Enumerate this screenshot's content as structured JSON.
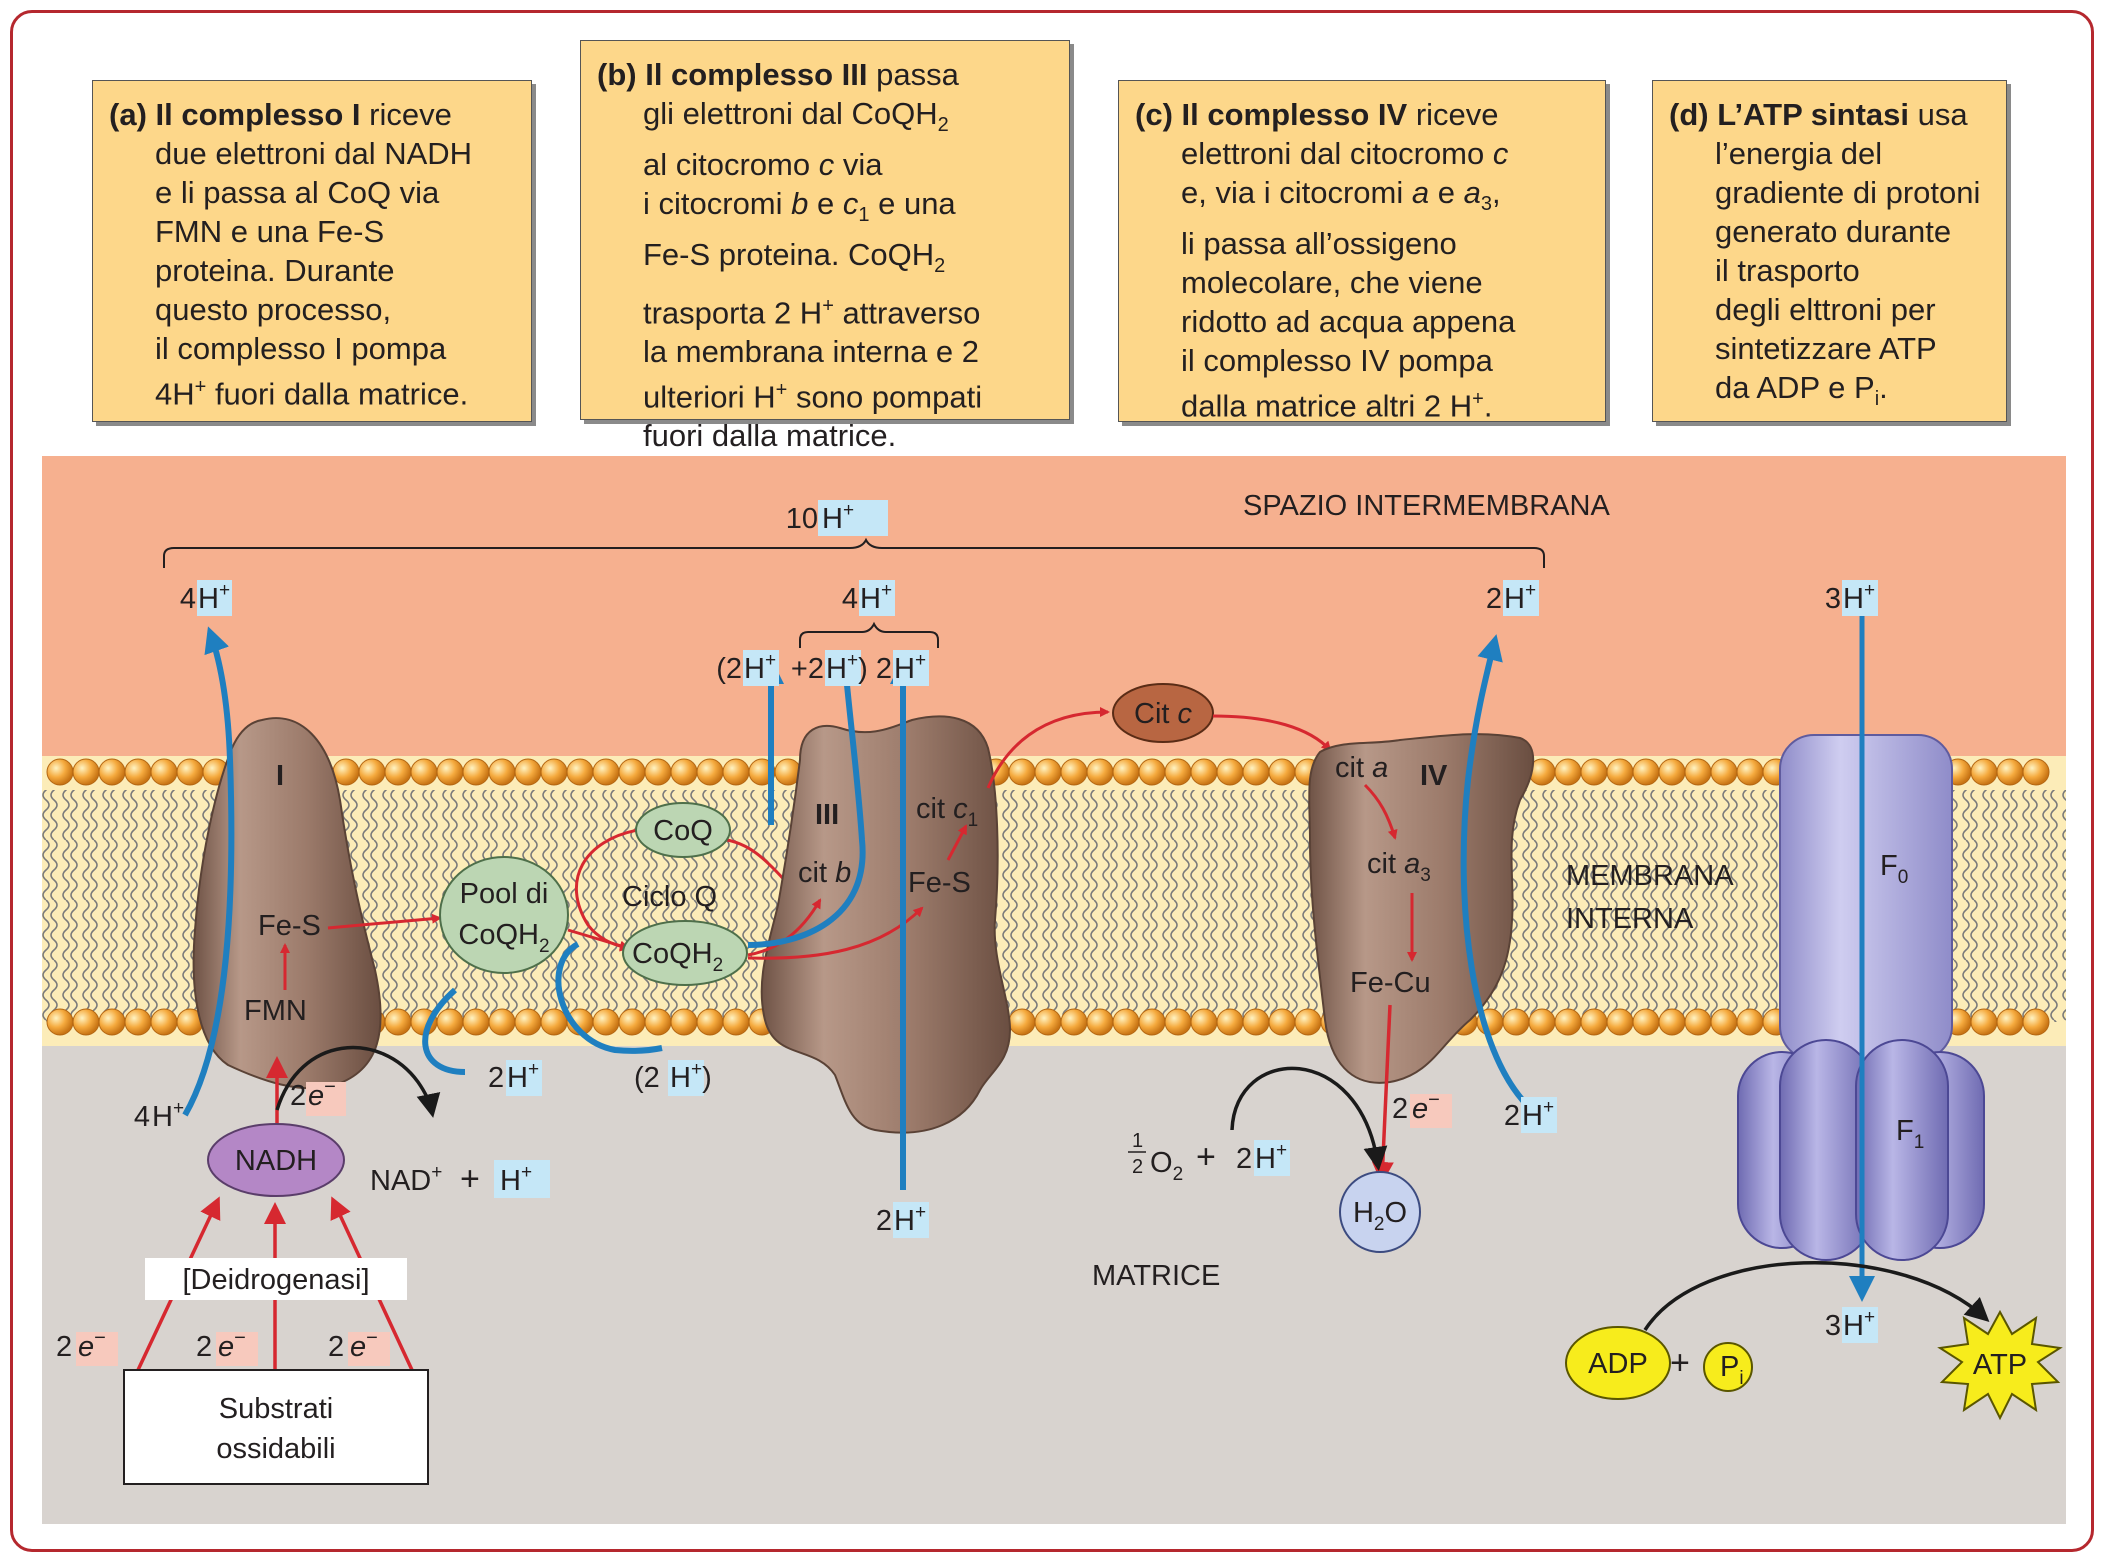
{
  "captions": {
    "a": {
      "letter": "(a)",
      "title": "Il complesso I",
      "line1_rest": " riceve",
      "lines": [
        "due elettroni dal NADH",
        "e li passa al CoQ via",
        "FMN e una Fe-S",
        "proteina. Durante",
        "questo processo,",
        "il complesso I pompa"
      ],
      "last_pre": "4H",
      "last_post": " fuori dalla matrice."
    },
    "b": {
      "letter": "(b)",
      "title": "Il complesso III",
      "line1_rest": " passa",
      "l2": "gli elettroni dal CoQH",
      "l3": "al citocromo ",
      "l3_italic": "c",
      "l3_post": " via",
      "l4": "i citocromi ",
      "l4_b": "b",
      "l4_mid": " e ",
      "l4_c": "c",
      "l4_post": " e una",
      "l5": "Fe-S proteina. CoQH",
      "l6_pre": "trasporta 2 H",
      "l6_post": " attraverso",
      "l7": "la membrana interna e 2",
      "l8_pre": "ulteriori H",
      "l8_post": " sono pompati",
      "l9": "fuori dalla matrice."
    },
    "c": {
      "letter": "(c)",
      "title": "Il complesso IV",
      "line1_rest": " riceve",
      "l2_pre": "elettroni dal citocromo ",
      "l2_italic": "c",
      "l3_pre": "e, via i citocromi ",
      "l3_a": "a",
      "l3_mid": " e ",
      "l3_a3": "a",
      "l3_post": ",",
      "lines": [
        "li passa all’ossigeno",
        "molecolare, che viene",
        "ridotto ad acqua appena",
        "il complesso IV pompa"
      ],
      "last_pre": "dalla matrice altri 2 H",
      "last_post": "."
    },
    "d": {
      "letter": "(d)",
      "title": "L’ATP sintasi",
      "line1_rest": " usa",
      "lines": [
        "l’energia del",
        "gradiente di protoni",
        "generato durante",
        "il trasporto",
        "degli elttroni per",
        "sintetizzare ATP"
      ],
      "last_pre": "da ADP e P",
      "last_sub": "i",
      "last_post": "."
    }
  },
  "regions": {
    "intermembrane": "SPAZIO INTERMEMBRANA",
    "membrane_line1": "MEMBRANA",
    "membrane_line2": "INTERNA",
    "matrix": "MATRICE"
  },
  "complexes": {
    "I": "I",
    "III": "III",
    "IV": "IV",
    "F0": "F",
    "F0_sub": "0",
    "F1": "F",
    "F1_sub": "1"
  },
  "labels": {
    "fe_s": "Fe-S",
    "fmn": "FMN",
    "nadh": "NADH",
    "nad_plus": "NAD",
    "plus": "+",
    "h": "H",
    "deidrogenasi": "[Deidrogenasi]",
    "substrati_1": "Substrati",
    "substrati_2": "ossidabili",
    "two_e": "2",
    "e": "e",
    "minus": "−",
    "pool_1": "Pool di",
    "pool_2": "CoQH",
    "two": "2",
    "coq": "CoQ",
    "coqh2": "CoQH",
    "ciclo_q": "Ciclo Q",
    "cit": "cit ",
    "b": "b",
    "c": "c",
    "one": "1",
    "a": "a",
    "three": "3",
    "cit_c_box": "Cit ",
    "fe_cu": "Fe-Cu",
    "water_h": "H",
    "water_o": "O",
    "o2": "O",
    "half_num": "1",
    "half_den": "2",
    "adp": "ADP",
    "p": "P",
    "i": "i",
    "atp": "ATP"
  },
  "protons": {
    "total": "10",
    "c1_top": "4",
    "c1_bottom": "4",
    "pool_bottom": "2",
    "cycle_bottom_open": "(2",
    "cycle_bottom_close": ")",
    "c3_total": "4",
    "c3_a_open": "(2",
    "c3_b_pre": "+2",
    "c3_b_post": ")",
    "c3_c": "2",
    "c3_bottom": "2",
    "c4_top": "2",
    "c4_bottom": "2",
    "o2_h": "2",
    "synthase_top": "3",
    "synthase_bottom": "3"
  },
  "colors": {
    "intermembrane": "#f6b08f",
    "membrane": "#fcecb8",
    "matrix": "#d8d3cf",
    "lipid_head": "#f2a23a",
    "complex": "#9c7b6b",
    "proton_box": "#c5e7f7",
    "electron_box": "#f7c9bd",
    "blue_arrow": "#1f7fc0",
    "red_arrow": "#d62830",
    "caption": "#fdd78a",
    "synthase": "#a9a6dc"
  }
}
